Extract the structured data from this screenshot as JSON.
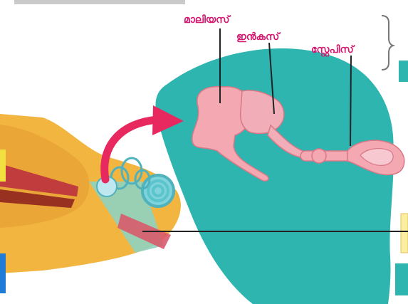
{
  "diagram": {
    "labels": {
      "malleus": "മാലിയസ്",
      "incus": "ഇൻകസ്",
      "stapes": "സ്റ്റേപിസ്"
    },
    "colors": {
      "label": "#d6176f",
      "blob": "#2fb5b0",
      "bone": "#f3a8b2",
      "arrow": "#e8295f",
      "cochlea": "#5cc4cc",
      "leader_line": "#222222"
    }
  }
}
